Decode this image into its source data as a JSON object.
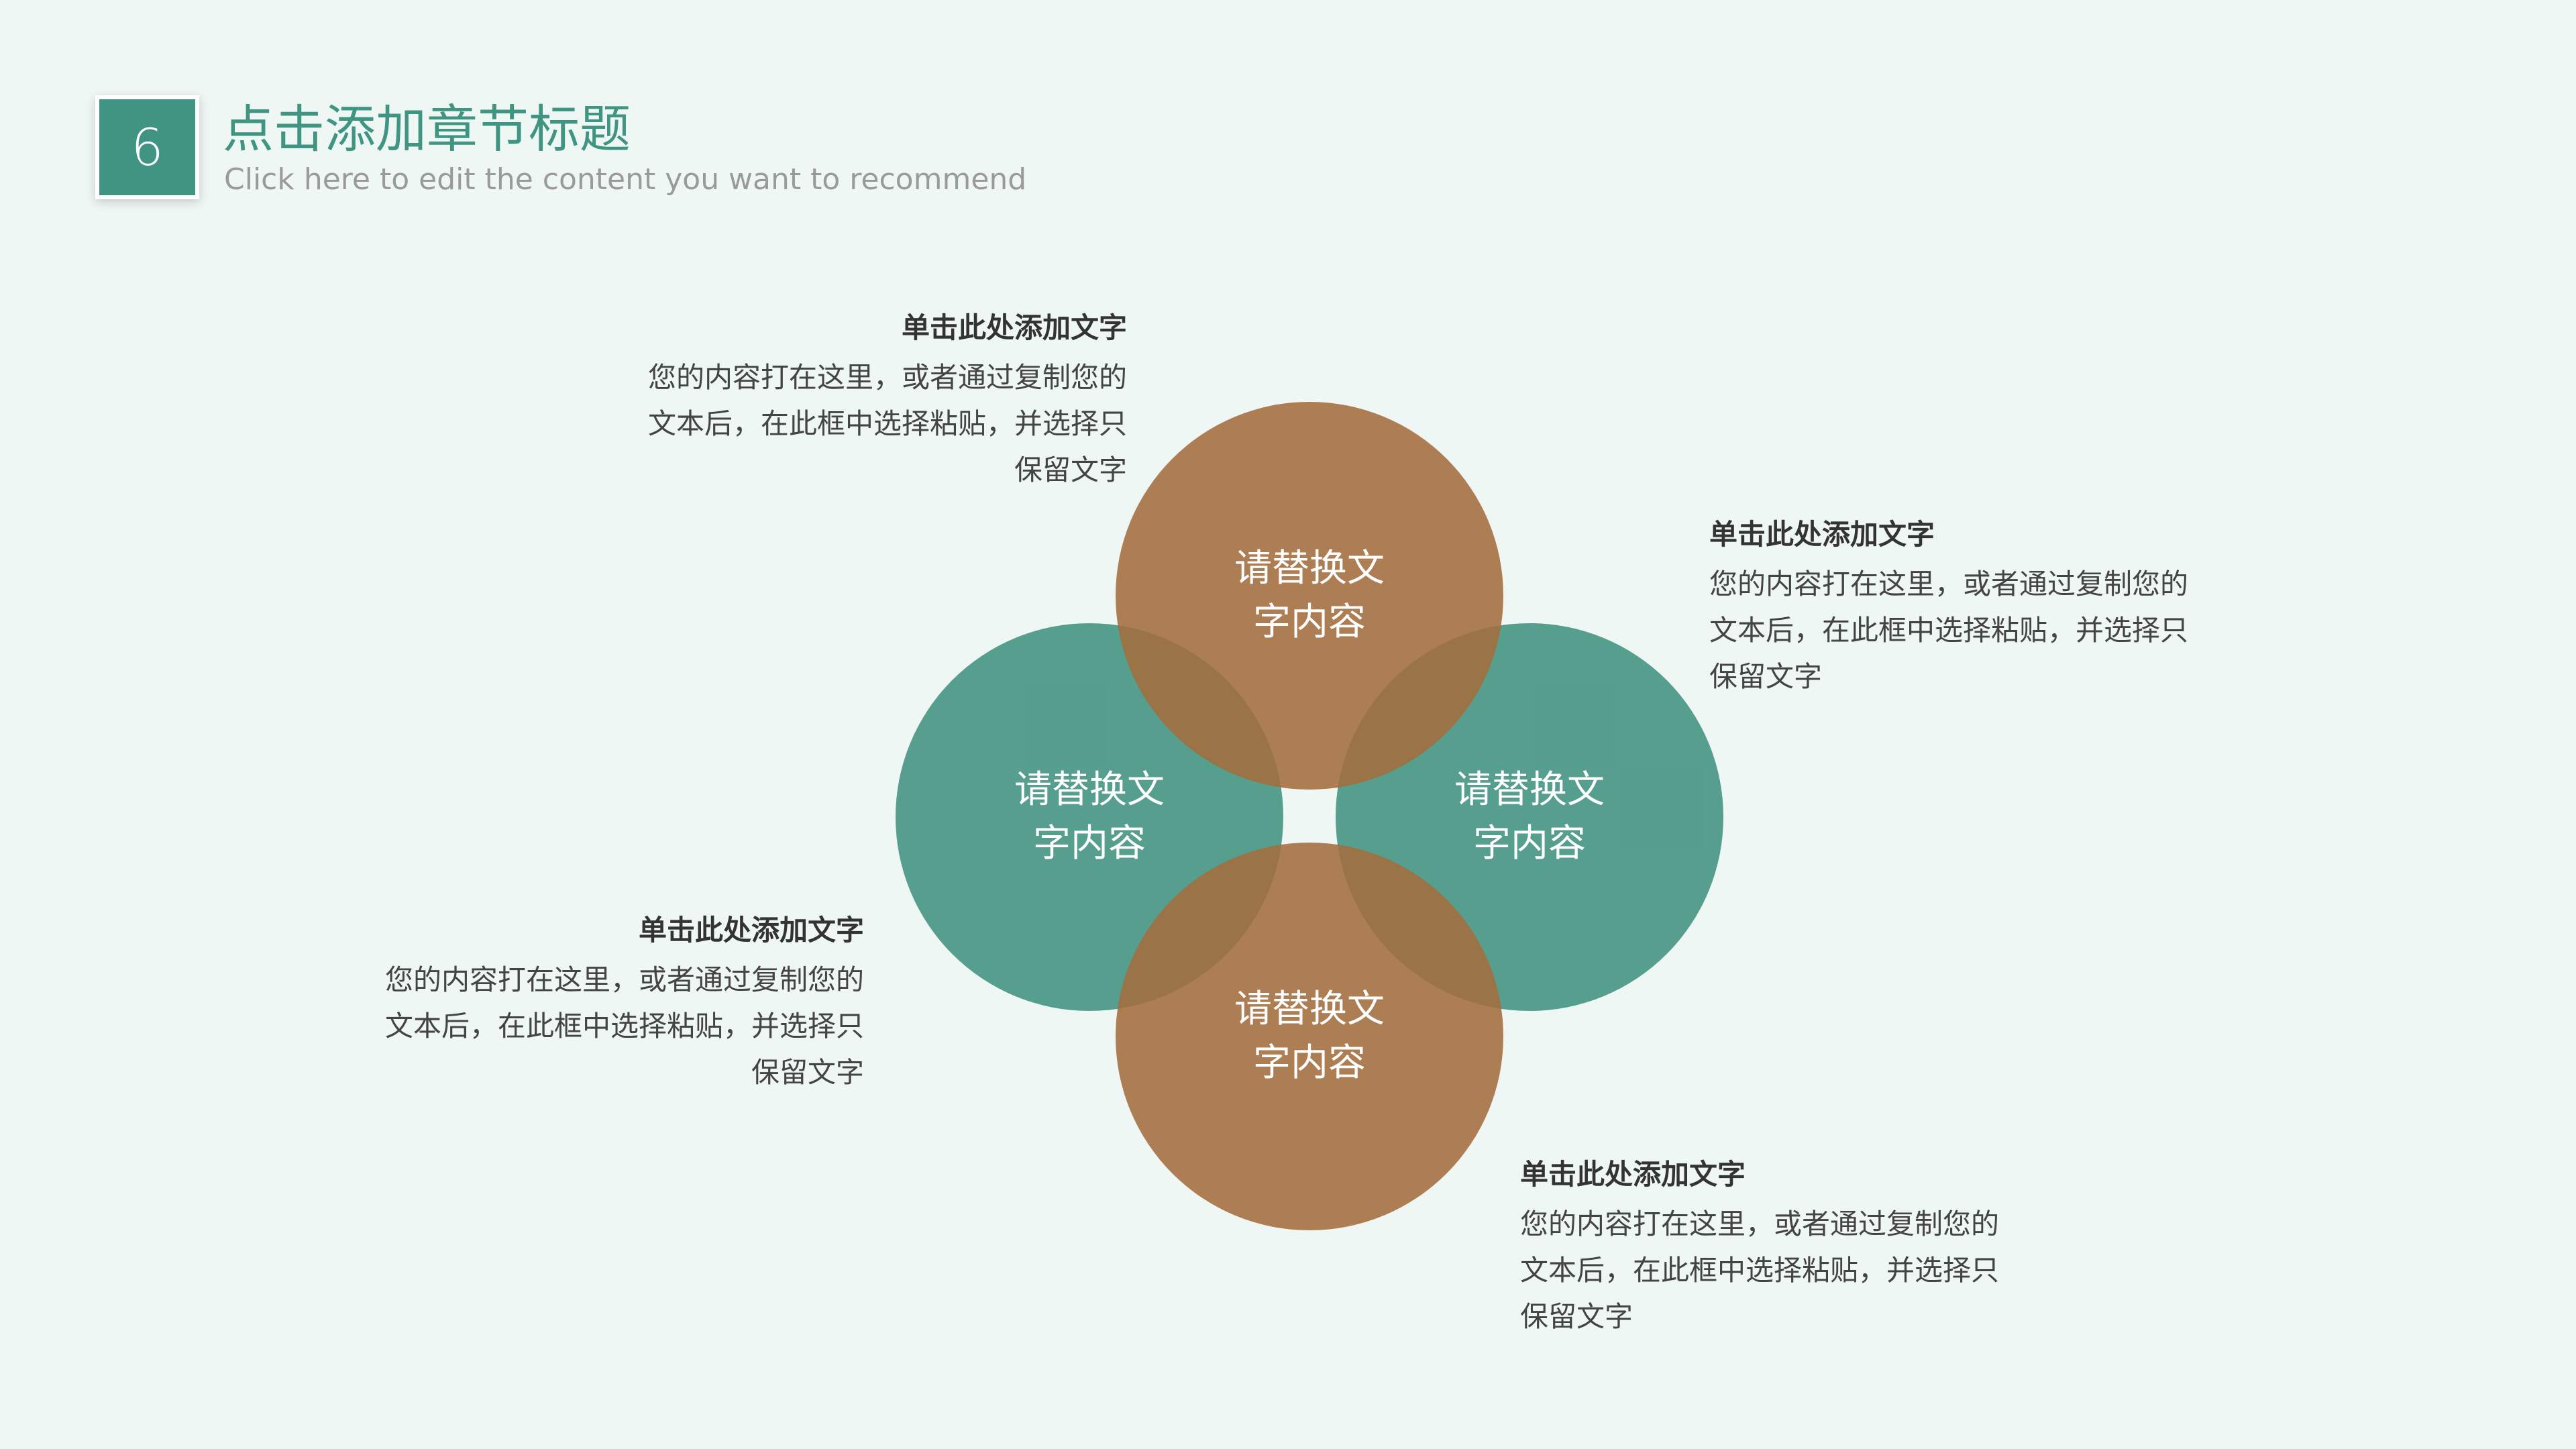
{
  "header": {
    "section_number": "6",
    "title": "点击添加章节标题",
    "subtitle": "Click here to edit the content you want to recommend"
  },
  "circles": {
    "top": "请替换文字内容",
    "left": "请替换文字内容",
    "right": "请替换文字内容",
    "bottom": "请替换文字内容"
  },
  "text_blocks": {
    "top_left": {
      "title": "单击此处添加文字",
      "body": "您的内容打在这里，或者通过复制您的文本后，在此框中选择粘贴，并选择只保留文字"
    },
    "right": {
      "title": "单击此处添加文字",
      "body": "您的内容打在这里，或者通过复制您的文本后，在此框中选择粘贴，并选择只保留文字"
    },
    "left": {
      "title": "单击此处添加文字",
      "body": "您的内容打在这里，或者通过复制您的文本后，在此框中选择粘贴，并选择只保留文字"
    },
    "bottom_right": {
      "title": "单击此处添加文字",
      "body": "您的内容打在这里，或者通过复制您的文本后，在此框中选择粘贴，并选择只保留文字"
    }
  },
  "colors": {
    "accent_teal": "#3f9482",
    "accent_brown": "#a46d3e",
    "background": "#eff7f5"
  }
}
